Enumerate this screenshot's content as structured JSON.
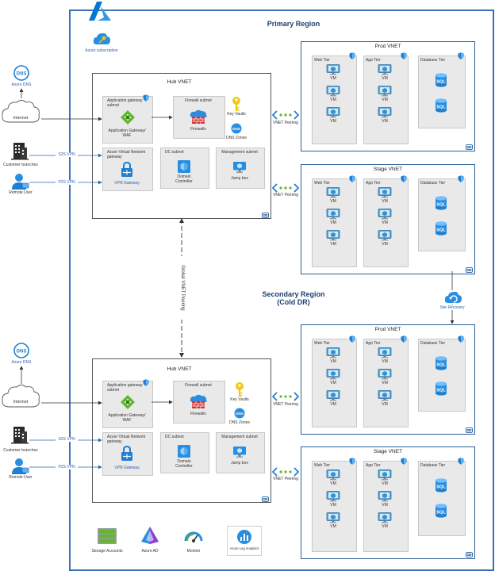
{
  "header": {
    "azure_logo": "azure-logo-icon"
  },
  "subscription": {
    "label": "Azure subscription"
  },
  "regions": {
    "primary": "Primary Region",
    "secondary_line1": "Secondary Region",
    "secondary_line2": "(Cold DR)"
  },
  "external": {
    "azure_dns": "Azure DNS",
    "internet": "Internet",
    "customer_branches": "Customer branches",
    "remote_user": "Remote User",
    "s2s_vpn": "S2S VPN",
    "p2s_vpn": "P2S VPN"
  },
  "hub": {
    "title": "Hub VNET",
    "appgw_subnet": "Application gateway subnet",
    "appgw": "Application Gateway/ WAF",
    "firewall_subnet": "Firewall subnet",
    "firewalls": "Firewalls",
    "key_vaults": "Key Vaults",
    "dns_zones": "DNS Zones",
    "vng": "Azure Virtual Network gateway",
    "vpn_gateway": "VPN Gateway",
    "dc_subnet": "DC subnet",
    "domain_controller": "Domain Controller",
    "mgmt_subnet": "Management subnet",
    "jump_box": "Jump box"
  },
  "spokes": {
    "prod": "Prod VNET",
    "stage": "Stage VNET",
    "web_tier": "Web Tier",
    "app_tier": "App Tier",
    "db_tier": "Database Tier",
    "vm": "VM",
    "sql": "SQL"
  },
  "links": {
    "vnet_peering": "VNET Peering",
    "global_peering": "Global VNET Peering",
    "site_recovery": "Site Recovery"
  },
  "bottom": {
    "storage": "Storage Accounts",
    "aad": "Azure AD",
    "monitor": "Monitor",
    "log_analytics": "Azure Log Analytics"
  },
  "colors": {
    "azure_blue": "#0078d4",
    "green": "#5fb82e",
    "red": "#d13438",
    "yellow": "#f2c811"
  }
}
